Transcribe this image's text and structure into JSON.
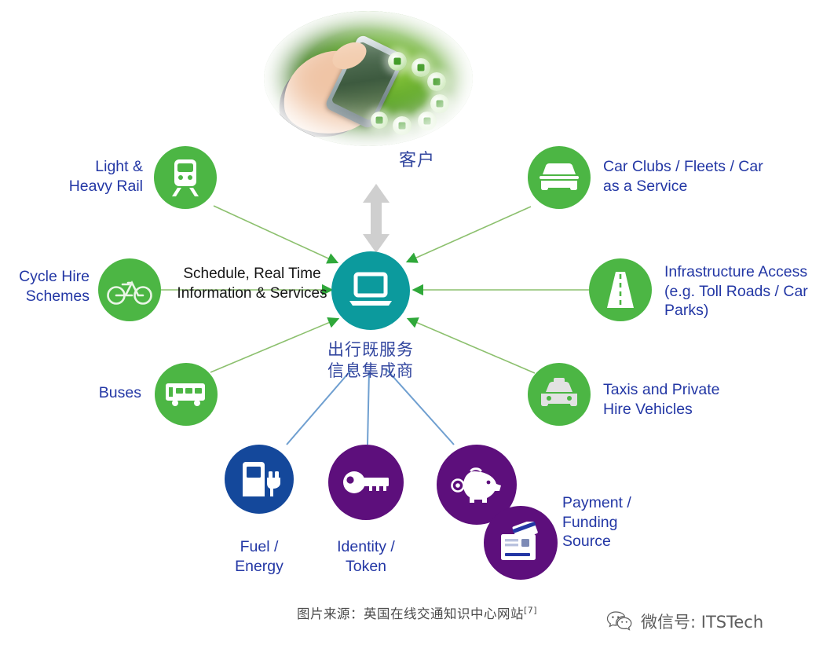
{
  "diagram": {
    "title_cn": "客户",
    "hub": {
      "name_cn_line1": "出行既服务",
      "name_cn_line2": "信息集成商",
      "icon": "laptop-icon",
      "color": "#0c9a9d"
    },
    "flow_label": "Schedule, Real\nTime Information &\nServices",
    "colors": {
      "green": "#4cb644",
      "teal": "#0c9a9d",
      "purple": "#5d0f7c",
      "blue": "#14489b",
      "label_blue": "#2337a5",
      "arrow_grey": "#cfcfcf",
      "wire_green": "#79bb5d",
      "wire_blue": "#6f9fd0"
    },
    "nodes": [
      {
        "id": "light-heavy-rail",
        "label": "Light &\nHeavy Rail",
        "icon": "train-icon",
        "color": "green",
        "label_side": "left"
      },
      {
        "id": "cycle-hire",
        "label": "Cycle Hire\nSchemes",
        "icon": "bicycle-icon",
        "color": "green",
        "label_side": "left"
      },
      {
        "id": "buses",
        "label": "Buses",
        "icon": "bus-icon",
        "color": "green",
        "label_side": "left"
      },
      {
        "id": "car-clubs",
        "label": "Car Clubs / Fleets / Car\nas a Service",
        "icon": "car-icon",
        "color": "green",
        "label_side": "right"
      },
      {
        "id": "infrastructure",
        "label": "Infrastructure Access\n(e.g. Toll Roads / Car\nParks)",
        "icon": "road-icon",
        "color": "green",
        "label_side": "right"
      },
      {
        "id": "taxis",
        "label": "Taxis and Private\nHire Vehicles",
        "icon": "taxi-icon",
        "color": "green",
        "label_side": "right"
      },
      {
        "id": "fuel-energy",
        "label": "Fuel /\nEnergy",
        "icon": "fuel-pump-icon",
        "color": "blue",
        "label_side": "below"
      },
      {
        "id": "identity-token",
        "label": "Identity /\nToken",
        "icon": "key-icon",
        "color": "purple",
        "label_side": "below"
      },
      {
        "id": "payment-funding",
        "label": "Payment /\nFunding\nSource",
        "icon": "piggy-bank-icon",
        "color": "purple",
        "label_side": "right"
      }
    ],
    "payment_secondary_icon": "wallet-card-icon"
  },
  "footer": {
    "source_caption": "图片来源：英国在线交通知识中心网站",
    "source_ref": "[7]",
    "watermark_text": "微信号: ITSTech",
    "watermark_icon": "wechat-icon"
  }
}
